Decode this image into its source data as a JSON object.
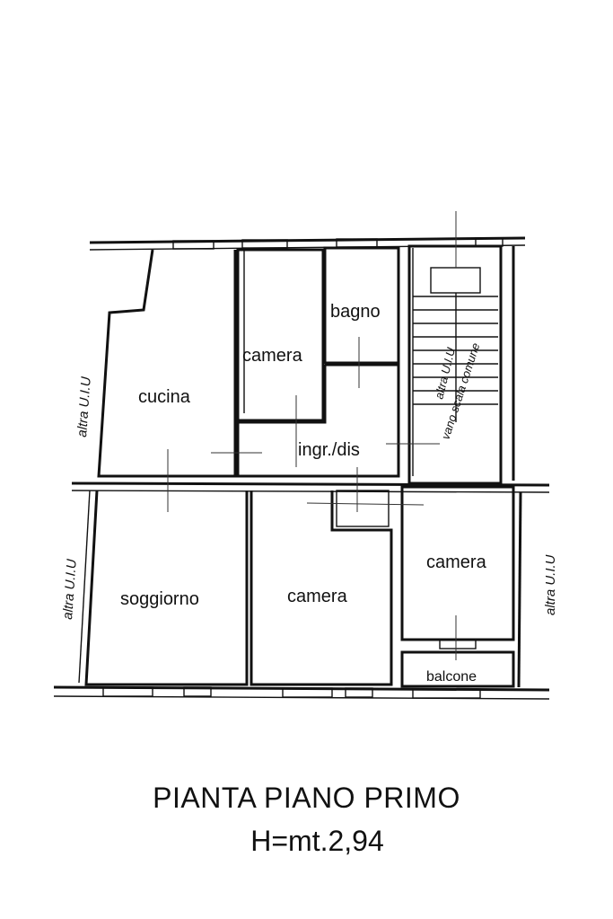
{
  "rooms": {
    "cucina": "cucina",
    "camera_top": "camera",
    "bagno": "bagno",
    "ingresso": "ingr./dis",
    "soggiorno": "soggiorno",
    "camera_mid": "camera",
    "camera_right": "camera",
    "balcone": "balcone"
  },
  "neighbors": {
    "left_top": "altra U.I.U",
    "left_bottom": "altra U.I.U",
    "right_bottom": "altra U.I.U",
    "stair_unit": "altra U.I.U"
  },
  "stairwell": {
    "label": "vano scala comune"
  },
  "caption": {
    "title": "PIANTA PIANO PRIMO",
    "height": "H=mt.2,94"
  }
}
